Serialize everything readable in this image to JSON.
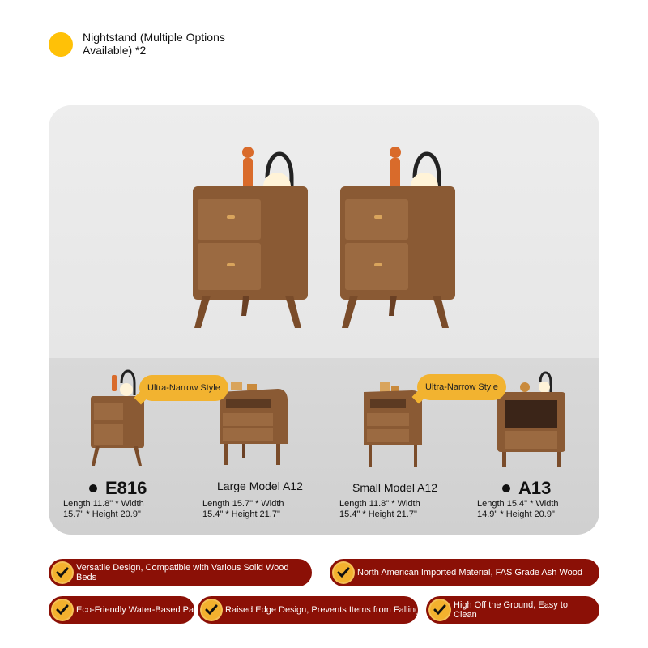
{
  "header": {
    "title": "Nightstand (Multiple Options Available) *2"
  },
  "callouts": {
    "left": "Ultra-Narrow Style",
    "right": "Ultra-Narrow Style"
  },
  "models": [
    {
      "name": "E816",
      "dims_line1": "Length 11.8\" * Width",
      "dims_line2": "15.7\" * Height 20.9\""
    },
    {
      "name": "Large Model A12",
      "dims_line1": "Length 15.7\" * Width",
      "dims_line2": "15.4\" * Height 21.7\""
    },
    {
      "name": "Small Model A12",
      "dims_line1": "Length 11.8\" * Width",
      "dims_line2": "15.4\" * Height 21.7\""
    },
    {
      "name": "A13",
      "dims_line1": "Length 15.4\" * Width",
      "dims_line2": "14.9\" * Height 20.9\""
    }
  ],
  "features": [
    "Versatile Design, Compatible with Various Solid Wood Beds",
    "North American Imported Material, FAS Grade Ash Wood",
    "Eco-Friendly Water-Based Paint",
    "Raised Edge Design, Prevents Items from Falling",
    "High Off the Ground, Easy to Clean"
  ],
  "icons": {
    "bullet": "dot-icon",
    "check": "check-icon"
  },
  "colors": {
    "accent_yellow": "#ffc107",
    "pill_red": "#8b1006",
    "wood": "#8a5a34"
  }
}
